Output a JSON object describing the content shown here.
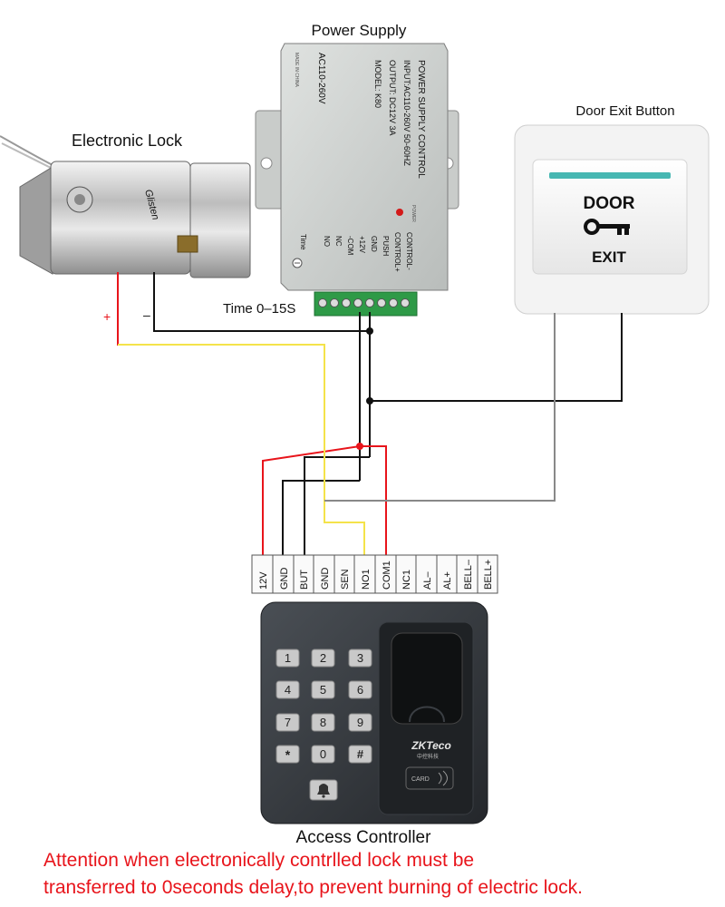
{
  "labels": {
    "power_supply": "Power Supply",
    "electronic_lock": "Electronic Lock",
    "door_exit_button": "Door Exit Button",
    "access_controller": "Access Controller",
    "time_range": "Time 0–15S",
    "plus": "+",
    "minus": "–"
  },
  "psu": {
    "text_lines": [
      "POWER SUPPLY CONTROL",
      "INPUT:AC110-260V 50-60HZ",
      "OUTPUT: DC12V 3A",
      "MODEL: K80"
    ],
    "side_text": "AC110-260V",
    "made_in": "MADE IN CHINA",
    "power_led_label": "POWER",
    "time_label": "Time",
    "terminal_labels": [
      "NO",
      "NC",
      "-COM",
      "+12V",
      "GND",
      "PUSH",
      "CONTROL+",
      "CONTROL-"
    ]
  },
  "exit_button": {
    "line1": "DOOR",
    "line2": "EXIT"
  },
  "lock": {
    "brand": "Glisten"
  },
  "controller": {
    "terminals": [
      "12V",
      "GND",
      "BUT",
      "GND",
      "SEN",
      "NO1",
      "COM1",
      "NC1",
      "AL–",
      "AL+",
      "BELL–",
      "BELL+"
    ],
    "keys": [
      "1",
      "2",
      "3",
      "4",
      "5",
      "6",
      "7",
      "8",
      "9",
      "*",
      "0",
      "#"
    ],
    "brand": "ZKTeco",
    "brand_sub": "中控科技",
    "card_label": "CARD"
  },
  "attention": [
    "Attention when electronically contrlled lock must be",
    "transferred to 0seconds delay,to prevent burning of electric lock."
  ],
  "colors": {
    "red_wire": "#e8141b",
    "yellow_wire": "#f4e34a",
    "black_wire": "#111111",
    "grey_wire": "#888888",
    "warning_text": "#e8141b"
  }
}
